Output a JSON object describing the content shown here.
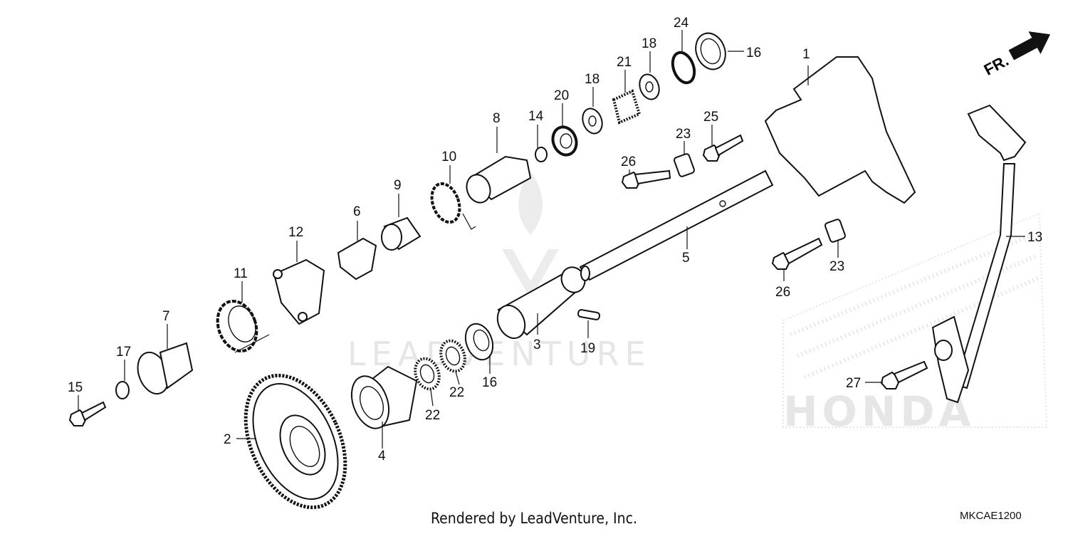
{
  "direction_label": "FR.",
  "watermark": "LEADVENTURE",
  "brand_watermark": "HONDA",
  "footer": "Rendered by LeadVenture, Inc.",
  "diagram_code": "MKCAE1200",
  "callouts": {
    "c1": "1",
    "c2": "2",
    "c3": "3",
    "c4": "4",
    "c5": "5",
    "c6": "6",
    "c7": "7",
    "c8": "8",
    "c9": "9",
    "c10": "10",
    "c11": "11",
    "c12": "12",
    "c13": "13",
    "c14": "14",
    "c15": "15",
    "c16a": "16",
    "c16b": "16",
    "c17": "17",
    "c18a": "18",
    "c18b": "18",
    "c19": "19",
    "c20": "20",
    "c21": "21",
    "c22a": "22",
    "c22b": "22",
    "c23a": "23",
    "c23b": "23",
    "c24": "24",
    "c25": "25",
    "c26a": "26",
    "c26b": "26",
    "c27": "27"
  }
}
